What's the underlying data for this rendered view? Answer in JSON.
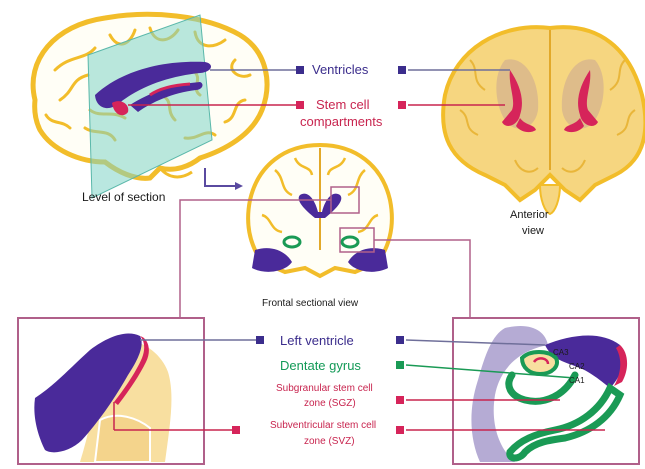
{
  "labels": {
    "ventricles": "Ventricles",
    "stem_cell_compartments_line1": "Stem cell",
    "stem_cell_compartments_line2": "compartments",
    "level_of_section": "Level of section",
    "anterior_view_line1": "Anterior",
    "anterior_view_line2": "view",
    "frontal_sectional_view": "Frontal sectional view",
    "left_ventricle": "Left ventricle",
    "dentate_gyrus": "Dentate gyrus",
    "sgz_line1": "Subgranular stem cell",
    "sgz_line2": "zone (SGZ)",
    "svz_line1": "Subventricular stem cell",
    "svz_line2": "zone (SVZ)",
    "ca3": "CA3",
    "ca2": "CA2",
    "ca1": "CA1"
  },
  "colors": {
    "ventricle_purple": "#4a2a9a",
    "stem_cell_red": "#d6245a",
    "dentate_green": "#1a9a55",
    "brain_yellow": "#f4c433",
    "tissue_cream": "#f8dfa0",
    "section_plane_teal": "#7fd3c6",
    "frame_pink": "#b0608a",
    "connector_gray": "#6f6f9a"
  }
}
